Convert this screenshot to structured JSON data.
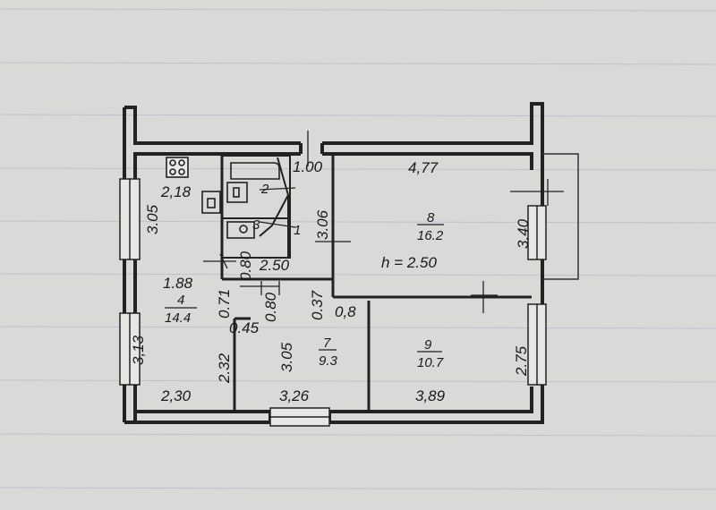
{
  "plan": {
    "height_note": "h = 2.50",
    "dimensions": {
      "top_center": "1.00",
      "top_right": "4,77",
      "kitchen_width": "2,18",
      "kitchen_height": "3.05",
      "bath_height": "3.06",
      "right_upper": "3.40",
      "right_lower": "2.75",
      "corridor_0_80_a": "0.80",
      "corridor_2_50": "2.50",
      "hall_1_88": "1.88",
      "hall_0_71": "0.71",
      "hall_0_80_b": "0.80",
      "hall_0_37": "0.37",
      "hall_0_8": "0,8",
      "hall_0_45": "0.45",
      "left_3_13": "3,13",
      "hall_2_32": "2.32",
      "room7_height": "3.05",
      "bottom_left": "2,30",
      "bottom_mid": "3,26",
      "bottom_right": "3,89"
    },
    "rooms": [
      {
        "number": "8",
        "area": "16.2"
      },
      {
        "number": "4",
        "area": "14.4"
      },
      {
        "number": "7",
        "area": "9.3"
      },
      {
        "number": "9",
        "area": "10.7"
      }
    ],
    "fixtures": {
      "n2": "2",
      "n3": "3",
      "n1": "1"
    }
  }
}
